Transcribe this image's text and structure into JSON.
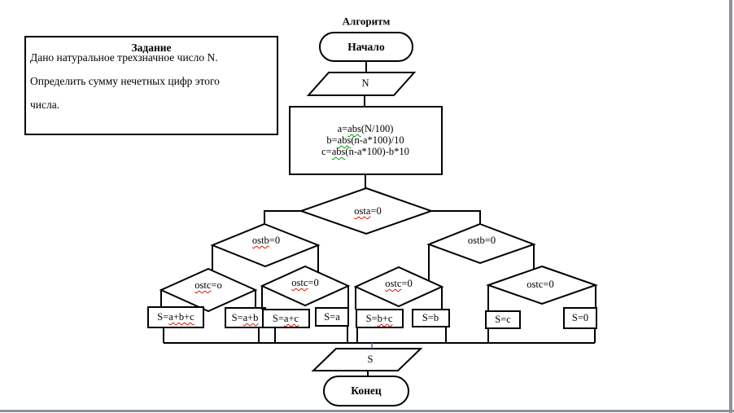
{
  "page": {
    "title": "Алгоритм"
  },
  "task": {
    "title": "Задание",
    "lines": [
      "Дано натуральное трехзначное число N.",
      "Определить сумму нечетных цифр этого",
      "числа."
    ]
  },
  "flowchart": {
    "start_label": "Начало",
    "input_label": "N",
    "process_lines": [
      {
        "pre": "a=",
        "mis": "abs",
        "post": "(N/100)"
      },
      {
        "pre": "b=",
        "mis": "abs",
        "post": "(n-a*100)/10"
      },
      {
        "pre": "c=",
        "mis": "abs",
        "post": "(n-a*100)-b*10"
      }
    ],
    "decisions": {
      "osta": {
        "word": "osta",
        "rest": "=0",
        "spellcheck": "red"
      },
      "ostb_left": {
        "word": "ostb",
        "rest": "=0",
        "spellcheck": "red"
      },
      "ostb_right": {
        "word": "ostb",
        "rest": "=0",
        "spellcheck": "none"
      },
      "ostc1": {
        "word": "ostc",
        "rest": "=o",
        "spellcheck": "red"
      },
      "ostc2": {
        "word": "ostc",
        "rest": "=0",
        "spellcheck": "red"
      },
      "ostc3": {
        "word": "ostc",
        "rest": "=0",
        "spellcheck": "red"
      },
      "ostc4": {
        "word": "ostc",
        "rest": "=0",
        "spellcheck": "none"
      }
    },
    "results": [
      {
        "pre": "S=",
        "expr": "a+b+c",
        "spellcheck": "red"
      },
      {
        "pre": "S=",
        "expr": "a+b",
        "spellcheck": "red"
      },
      {
        "pre": "S=",
        "expr": "a+c",
        "spellcheck": "red"
      },
      {
        "pre": "S=",
        "expr": "a",
        "spellcheck": "none"
      },
      {
        "pre": "S=",
        "expr": "b+c",
        "spellcheck": "red"
      },
      {
        "pre": "S=",
        "expr": "b",
        "spellcheck": "none"
      },
      {
        "pre": "S=",
        "expr": "c",
        "spellcheck": "none"
      },
      {
        "pre": "S=",
        "expr": "0",
        "spellcheck": "none"
      }
    ],
    "output_label": "S",
    "end_label": "Конец"
  },
  "colors": {
    "line": "#000000",
    "spell_red": "#cc1a00",
    "grammar_green": "#00a000",
    "connector_blue": "#4472c4",
    "frame_gray": "#8b929b",
    "background": "#ffffff"
  }
}
